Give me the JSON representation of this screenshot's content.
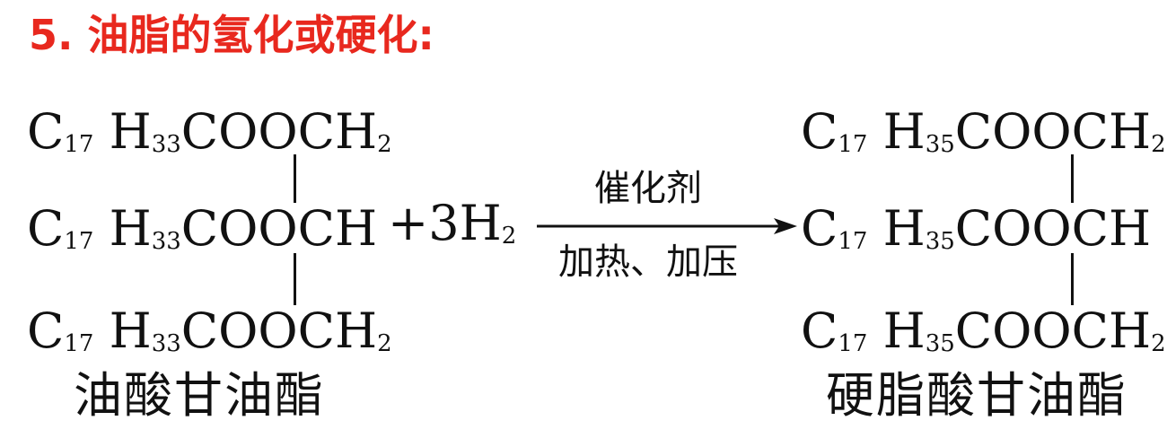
{
  "title": "5. 油脂的氢化或硬化:",
  "colors": {
    "title": "#e8281e",
    "text": "#111111"
  },
  "reactant": {
    "rows": [
      {
        "c": "C",
        "c_sub": "17",
        "h": "H",
        "h_sub": "33",
        "tail": "COOCH",
        "tail_sub": "2"
      },
      {
        "c": "C",
        "c_sub": "17",
        "h": "H",
        "h_sub": "33",
        "tail": "COOCH",
        "tail_sub": ""
      },
      {
        "c": "C",
        "c_sub": "17",
        "h": "H",
        "h_sub": "33",
        "tail": "COOCH",
        "tail_sub": "2"
      }
    ],
    "name": "油酸甘油酯"
  },
  "reagent": {
    "plus": "+",
    "coef": "3",
    "species": "H",
    "sub": "2"
  },
  "conditions": {
    "above": "催化剂",
    "below": "加热、加压"
  },
  "product": {
    "rows": [
      {
        "c": "C",
        "c_sub": "17",
        "h": "H",
        "h_sub": "35",
        "tail": "COOCH",
        "tail_sub": "2"
      },
      {
        "c": "C",
        "c_sub": "17",
        "h": "H",
        "h_sub": "35",
        "tail": "COOCH",
        "tail_sub": ""
      },
      {
        "c": "C",
        "c_sub": "17",
        "h": "H",
        "h_sub": "35",
        "tail": "COOCH",
        "tail_sub": "2"
      }
    ],
    "name": "硬脂酸甘油酯"
  }
}
